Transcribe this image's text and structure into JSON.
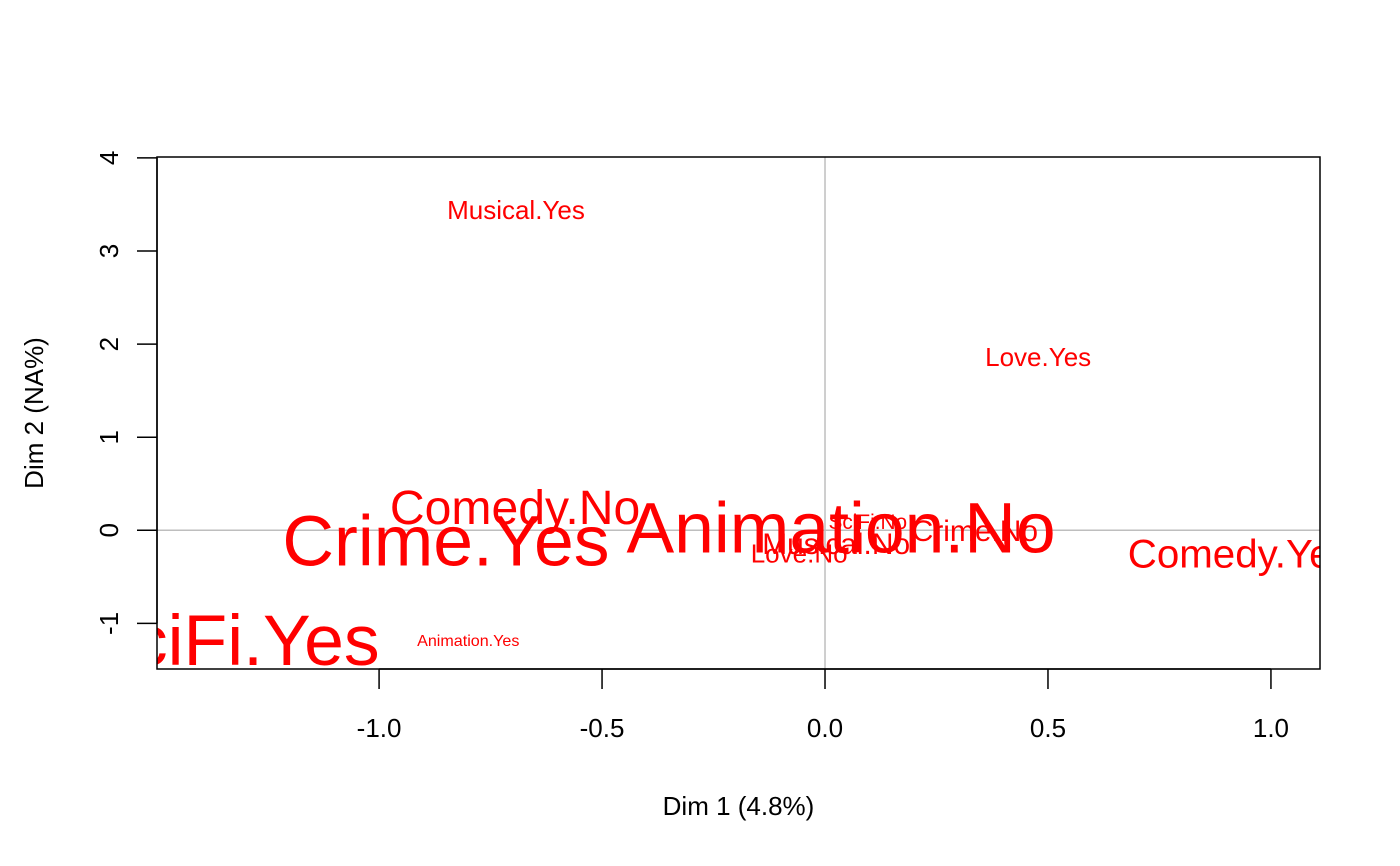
{
  "chart_data": {
    "type": "scatter",
    "title": "",
    "xlabel": "Dim 1 (4.8%)",
    "ylabel": "Dim 2 (NA%)",
    "xlim": [
      -1.498,
      1.11
    ],
    "ylim": [
      -1.49,
      4.01
    ],
    "xticks": [
      -1.0,
      -0.5,
      0.0,
      0.5,
      1.0
    ],
    "xtick_labels": [
      "-1.0",
      "-0.5",
      "0.0",
      "0.5",
      "1.0"
    ],
    "yticks": [
      -1,
      0,
      1,
      2,
      3,
      4
    ],
    "ytick_labels": [
      "-1",
      "0",
      "1",
      "2",
      "3",
      "4"
    ],
    "reference_lines": {
      "x": 0,
      "y": 0
    },
    "grid": false,
    "label_color": "#ff0000",
    "reference_line_color": "#bebebe",
    "points": [
      {
        "label": "Musical.Yes",
        "x": -0.693,
        "y": 3.44,
        "cex": 1.0
      },
      {
        "label": "Love.Yes",
        "x": 0.478,
        "y": 1.86,
        "cex": 1.0
      },
      {
        "label": "Comedy.No",
        "x": -0.695,
        "y": 0.25,
        "cex": 1.85
      },
      {
        "label": "Crime.Yes",
        "x": -0.85,
        "y": -0.11,
        "cex": 2.75
      },
      {
        "label": "Animation.No",
        "x": 0.036,
        "y": 0.03,
        "cex": 2.75
      },
      {
        "label": "SciFi.No",
        "x": 0.096,
        "y": 0.09,
        "cex": 0.8
      },
      {
        "label": "Crime.No",
        "x": 0.336,
        "y": 0.0,
        "cex": 1.15
      },
      {
        "label": "Musical.No",
        "x": 0.025,
        "y": -0.14,
        "cex": 1.15
      },
      {
        "label": "Love.No",
        "x": -0.058,
        "y": -0.25,
        "cex": 1.0
      },
      {
        "label": "Comedy.Yes",
        "x": 0.93,
        "y": -0.25,
        "cex": 1.55
      },
      {
        "label": "SciFi.Yes",
        "x": -1.33,
        "y": -1.18,
        "cex": 2.75
      },
      {
        "label": "Animation.Yes",
        "x": -0.8,
        "y": -1.18,
        "cex": 0.62
      }
    ]
  }
}
